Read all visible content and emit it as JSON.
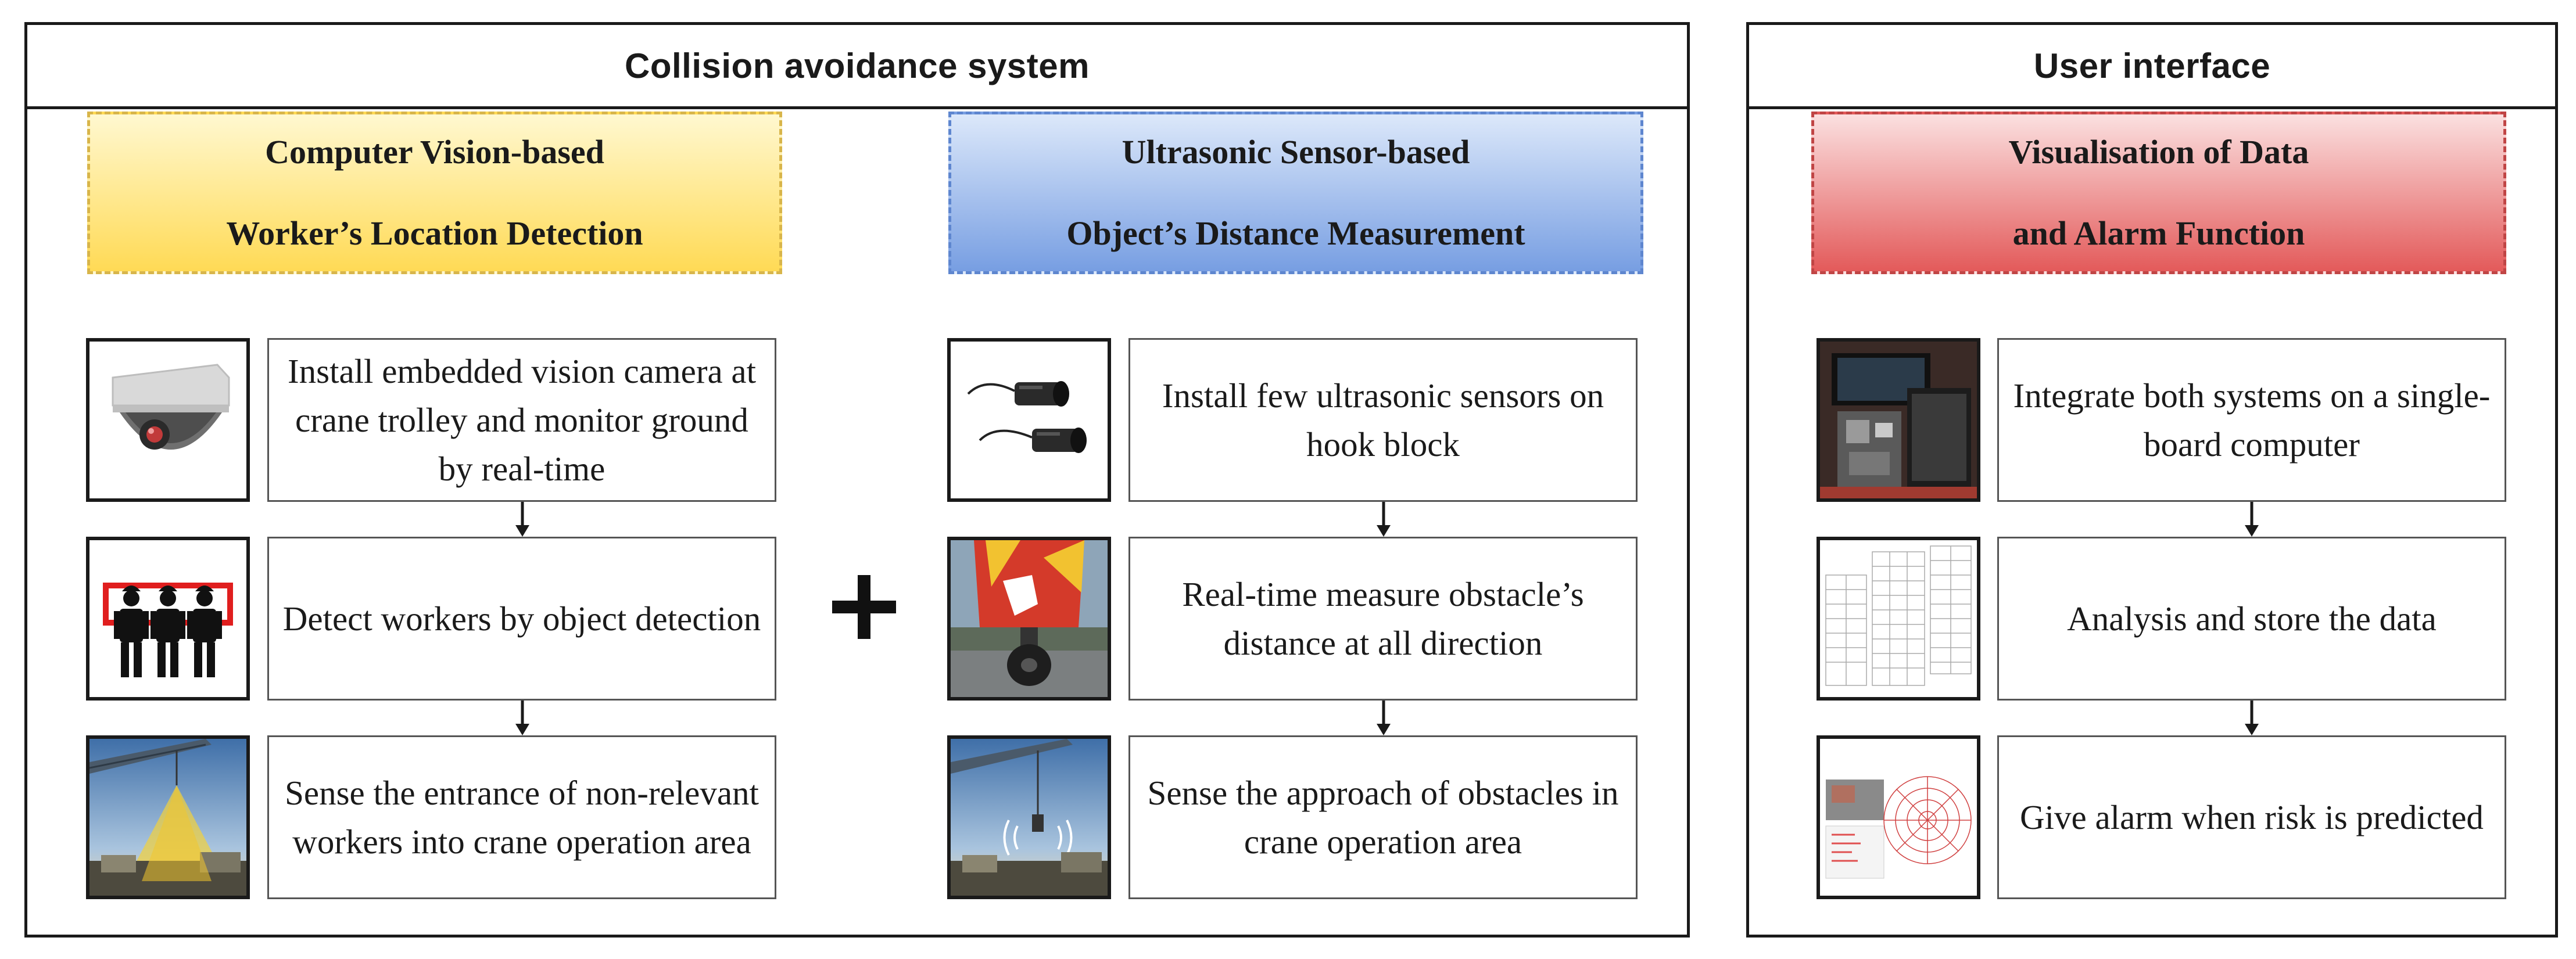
{
  "left_panel": {
    "title": "Collision avoidance system",
    "vision": {
      "title_line1": "Computer Vision-based",
      "title_line2": "Worker’s Location Detection",
      "steps": [
        {
          "text": "Install embedded vision camera at crane trolley and monitor ground by real-time",
          "icon": "dome-camera-icon"
        },
        {
          "text": "Detect workers by object detection",
          "icon": "workers-detection-icon"
        },
        {
          "text": "Sense the entrance of non-relevant workers into crane operation area",
          "icon": "crane-operation-area-icon"
        }
      ]
    },
    "ultrasonic": {
      "title_line1": "Ultrasonic Sensor-based",
      "title_line2": "Object’s Distance Measurement",
      "steps": [
        {
          "text": "Install few ultrasonic sensors on hook block",
          "icon": "ultrasonic-sensor-icon"
        },
        {
          "text": "Real-time measure obstacle’s distance at all direction",
          "icon": "hook-block-icon"
        },
        {
          "text": "Sense the approach of obstacles in crane operation area",
          "icon": "crane-obstacle-icon"
        }
      ]
    },
    "plus_symbol": "plus-icon"
  },
  "right_panel": {
    "title": "User interface",
    "visualisation": {
      "title_line1": "Visualisation of Data",
      "title_line2": "and Alarm Function",
      "steps": [
        {
          "text": "Integrate both systems on a single-board computer",
          "icon": "single-board-computer-icon"
        },
        {
          "text": "Analysis and store the data",
          "icon": "data-table-icon"
        },
        {
          "text": "Give alarm when risk is predicted",
          "icon": "alarm-radar-icon"
        }
      ]
    }
  },
  "colors": {
    "vision_accent": "#ffda55",
    "ultrasonic_accent": "#779ee2",
    "visualisation_accent": "#e35a5a",
    "outline": "#1a1a1a"
  }
}
